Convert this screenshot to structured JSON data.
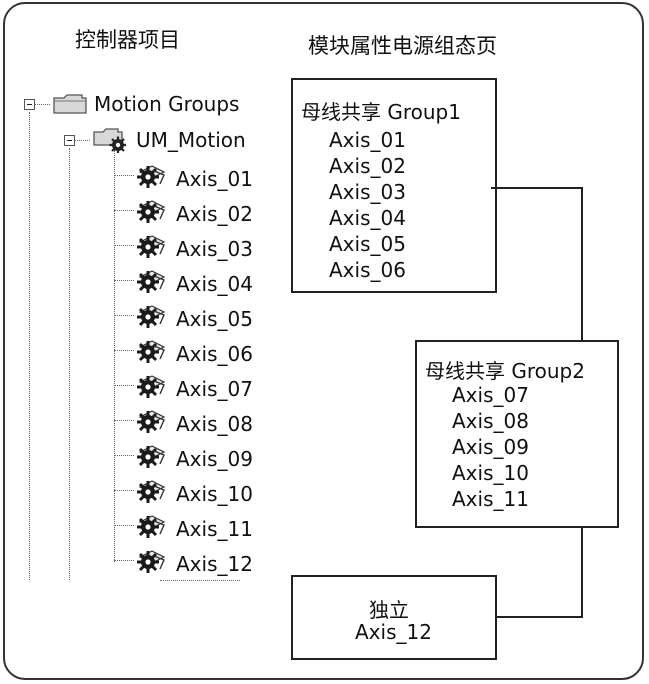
{
  "headings": {
    "left": "控制器项目",
    "right": "模块属性电源组态页"
  },
  "tree": {
    "root": "Motion Groups",
    "group": "UM_Motion",
    "axes": [
      "Axis_01",
      "Axis_02",
      "Axis_03",
      "Axis_04",
      "Axis_05",
      "Axis_06",
      "Axis_07",
      "Axis_08",
      "Axis_09",
      "Axis_10",
      "Axis_11",
      "Axis_12"
    ],
    "icons": {
      "root": "folder-icon",
      "group": "motion-group-icon",
      "axis": "axis-gear-icon"
    }
  },
  "boxes": [
    {
      "title": "母线共享 Group1",
      "items": [
        "Axis_01",
        "Axis_02",
        "Axis_03",
        "Axis_04",
        "Axis_05",
        "Axis_06"
      ]
    },
    {
      "title": "母线共享 Group2",
      "items": [
        "Axis_07",
        "Axis_08",
        "Axis_09",
        "Axis_10",
        "Axis_11"
      ]
    },
    {
      "title": "独立",
      "items": [
        "Axis_12"
      ]
    }
  ]
}
